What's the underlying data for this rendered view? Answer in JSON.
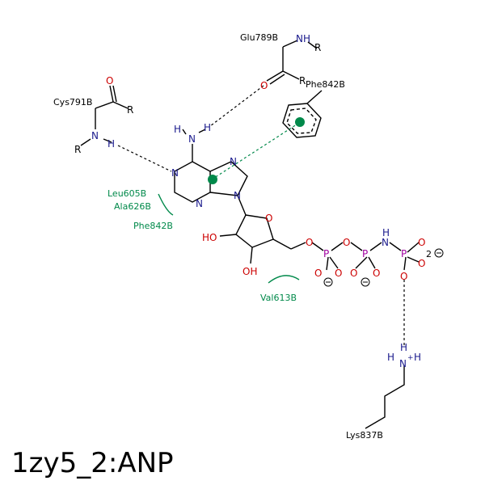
{
  "title": "1zy5_2:ANP",
  "colors": {
    "carbon": "#000000",
    "nitrogen": "#1a1a8c",
    "oxygen": "#cc0000",
    "phosphorus": "#a000a0",
    "interaction_green": "#00894a"
  },
  "residues": {
    "glu789": "Glu789B",
    "phe842_top": "Phe842B",
    "cys791": "Cys791B",
    "leu605": "Leu605B",
    "ala626": "Ala626B",
    "phe842_low": "Phe842B",
    "val613": "Val613B",
    "lys837": "Lys837B"
  },
  "atoms": {
    "N": "N",
    "H": "H",
    "O": "O",
    "P": "P",
    "R": "R",
    "NH": "NH",
    "HO": "HO",
    "OH": "OH",
    "plus": "+",
    "two": "2"
  }
}
